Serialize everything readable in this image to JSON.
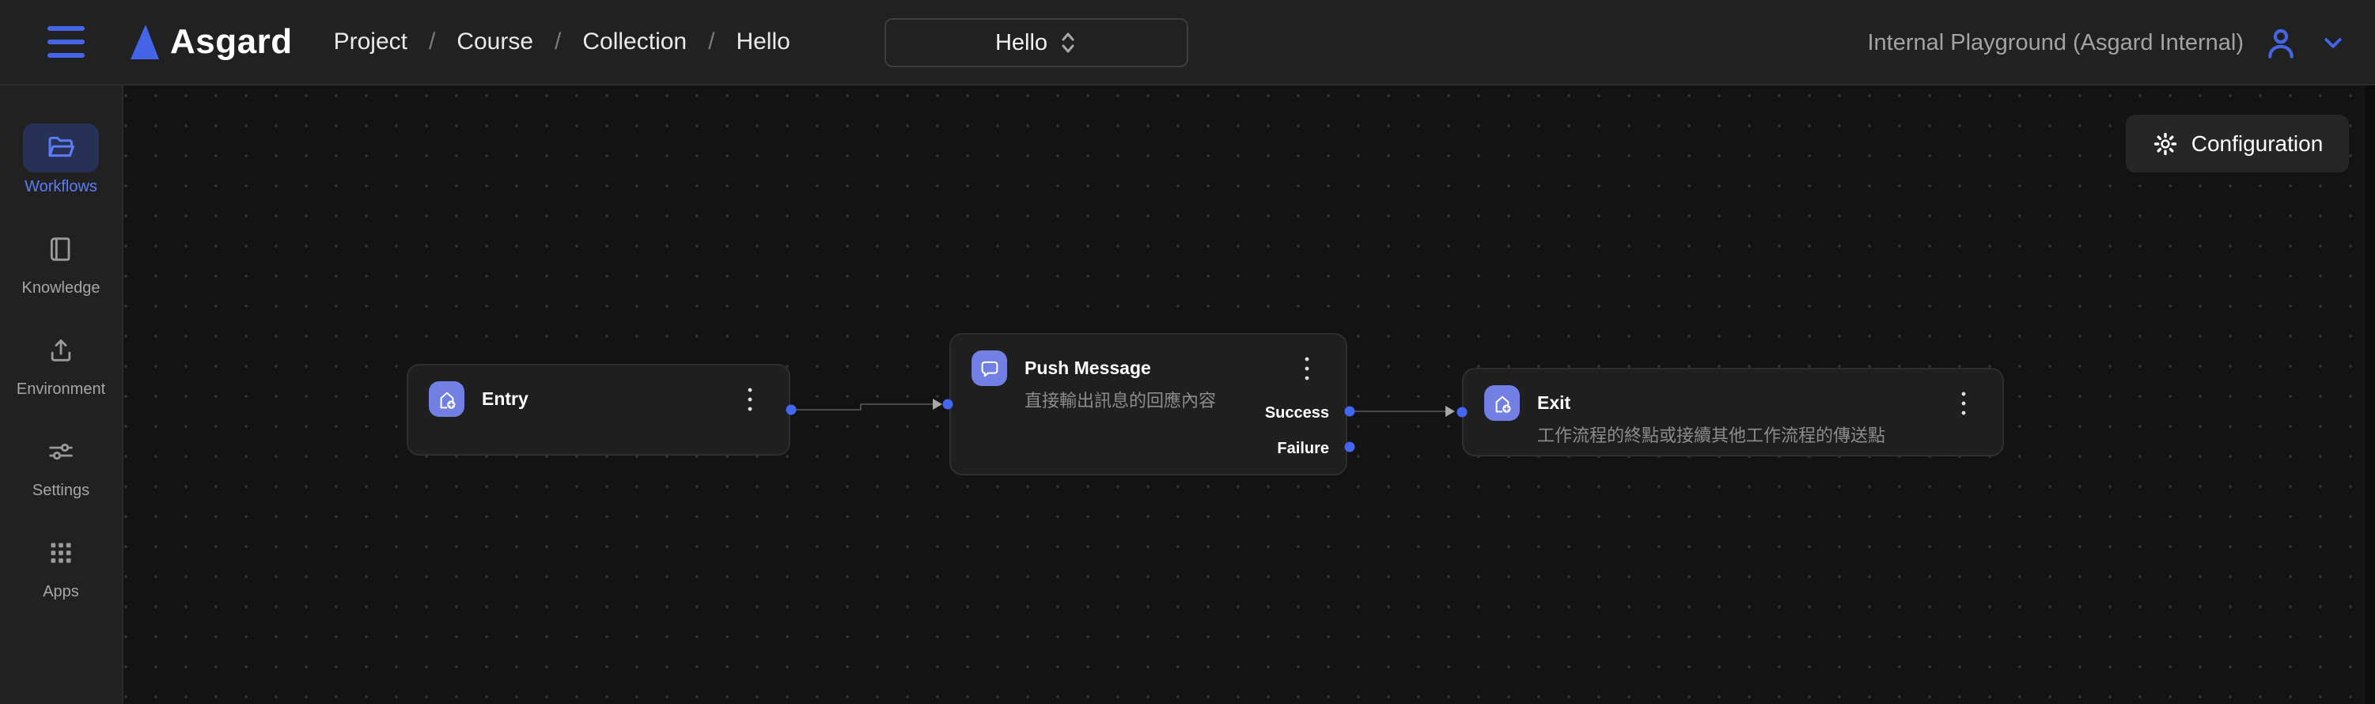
{
  "header": {
    "logo_text": "Asgard",
    "breadcrumb": {
      "items": [
        "Project",
        "Course",
        "Collection",
        "Hello"
      ],
      "separator": "/"
    },
    "workflow_selector": {
      "value": "Hello"
    },
    "workspace_label": "Internal Playground (Asgard Internal)"
  },
  "sidebar": {
    "items": [
      {
        "label": "Workflows",
        "icon": "folder-icon",
        "active": true
      },
      {
        "label": "Knowledge",
        "icon": "book-icon",
        "active": false
      },
      {
        "label": "Environment",
        "icon": "upload-icon",
        "active": false
      },
      {
        "label": "Settings",
        "icon": "sliders-icon",
        "active": false
      },
      {
        "label": "Apps",
        "icon": "apps-grid-icon",
        "active": false
      }
    ]
  },
  "canvas": {
    "configuration_button": {
      "label": "Configuration",
      "icon": "gear-icon"
    },
    "nodes": [
      {
        "id": "entry",
        "title": "Entry",
        "icon": "house-plus-icon"
      },
      {
        "id": "push-message",
        "title": "Push Message",
        "subtitle": "直接輸出訊息的回應內容",
        "icon": "chat-bubble-icon",
        "output_ports": [
          "Success",
          "Failure"
        ]
      },
      {
        "id": "exit",
        "title": "Exit",
        "subtitle": "工作流程的終點或接續其他工作流程的傳送點",
        "icon": "house-plus-icon"
      }
    ],
    "edges": [
      {
        "from": "entry",
        "to": "push-message"
      },
      {
        "from": "push-message:Success",
        "to": "exit"
      }
    ]
  },
  "colors": {
    "accent_blue": "#4565e8",
    "node_icon_bg": "#7280e4",
    "port_blue": "#4466f2",
    "active_item_bg": "#273055",
    "panel_bg": "#212121",
    "canvas_bg": "#131313"
  }
}
